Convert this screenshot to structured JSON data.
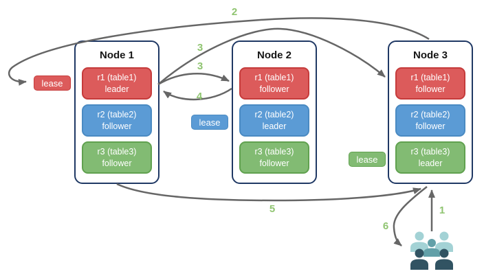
{
  "diagram": {
    "nodes": [
      {
        "title": "Node 1",
        "replicas": [
          {
            "label": "r1 (table1)",
            "role": "leader",
            "color": "red"
          },
          {
            "label": "r2 (table2)",
            "role": "follower",
            "color": "blue"
          },
          {
            "label": "r3 (table3)",
            "role": "follower",
            "color": "green"
          }
        ]
      },
      {
        "title": "Node 2",
        "replicas": [
          {
            "label": "r1 (table1)",
            "role": "follower",
            "color": "red"
          },
          {
            "label": "r2 (table2)",
            "role": "leader",
            "color": "blue"
          },
          {
            "label": "r3 (table3)",
            "role": "follower",
            "color": "green"
          }
        ]
      },
      {
        "title": "Node 3",
        "replicas": [
          {
            "label": "r1 (table1)",
            "role": "follower",
            "color": "red"
          },
          {
            "label": "r2 (table2)",
            "role": "follower",
            "color": "blue"
          },
          {
            "label": "r3 (table3)",
            "role": "leader",
            "color": "green"
          }
        ]
      }
    ],
    "leases": [
      {
        "label": "lease",
        "color": "red"
      },
      {
        "label": "lease",
        "color": "blue"
      },
      {
        "label": "lease",
        "color": "green"
      }
    ],
    "arrows": [
      {
        "label": "1",
        "from": "users",
        "to": "Node 3"
      },
      {
        "label": "2",
        "from": "Node 3",
        "to": "red lease"
      },
      {
        "label": "3",
        "from": "Node 1 r1 leader",
        "to": "Node 3 r1 follower"
      },
      {
        "label": "3",
        "from": "Node 1 r1 leader",
        "to": "Node 2 r1 follower"
      },
      {
        "label": "4",
        "from": "Node 2 r1 follower",
        "to": "Node 1 r1 leader"
      },
      {
        "label": "5",
        "from": "Node 1",
        "to": "Node 3"
      },
      {
        "label": "6",
        "from": "Node 3",
        "to": "users"
      }
    ],
    "colors": {
      "replica_red": "#dc5b5b",
      "replica_red_border": "#c53b3b",
      "replica_blue": "#5b9bd5",
      "replica_blue_border": "#4a8ac2",
      "replica_green": "#82bb73",
      "replica_green_border": "#60a14f",
      "node_border": "#1f3864",
      "arrow": "#666666",
      "arrow_label": "#8fc470",
      "users_light": "#a3d2d5",
      "users_mid": "#62a0a8",
      "users_dark": "#315362"
    }
  }
}
